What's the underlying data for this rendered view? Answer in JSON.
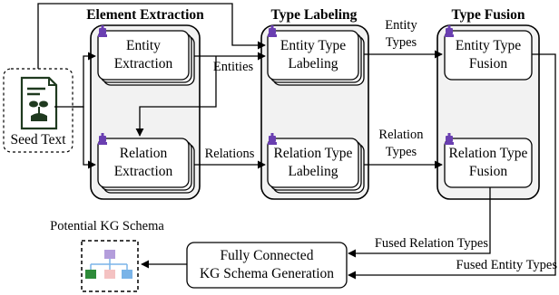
{
  "stages": {
    "element_extraction": "Element Extraction",
    "type_labeling": "Type Labeling",
    "type_fusion": "Type Fusion"
  },
  "boxes": {
    "entity_extraction": [
      "Entity",
      "Extraction"
    ],
    "relation_extraction": [
      "Relation",
      "Extraction"
    ],
    "entity_type_labeling": [
      "Entity Type",
      "Labeling"
    ],
    "relation_type_labeling": [
      "Relation Type",
      "Labeling"
    ],
    "entity_type_fusion": [
      "Entity Type",
      "Fusion"
    ],
    "relation_type_fusion": [
      "Relation Type",
      "Fusion"
    ],
    "schema_generation": [
      "Fully Connected",
      "KG Schema Generation"
    ]
  },
  "seed": {
    "label": "Seed Text"
  },
  "edge_labels": {
    "entities": "Entities",
    "relations": "Relations",
    "entity_types": [
      "Entity",
      "Types"
    ],
    "relation_types": [
      "Relation",
      "Types"
    ],
    "fused_relation_types": "Fused Relation Types",
    "fused_entity_types": "Fused Entity Types"
  },
  "output": {
    "label": "Potential KG Schema"
  },
  "colors": {
    "panel_fill": "#f2f2f2",
    "robot": "#6a3fb1",
    "seed_icon": "#1f3a1f",
    "schema_top": "#b39ddb",
    "schema_left": "#2e8b3a",
    "schema_mid": "#f4c2c2",
    "schema_right": "#7ab4e8"
  }
}
